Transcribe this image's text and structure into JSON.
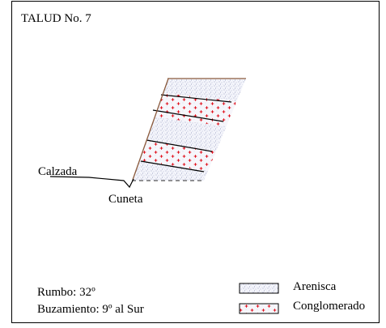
{
  "title": "TALUD No. 7",
  "labels": {
    "calzada": "Calzada",
    "cuneta": "Cuneta"
  },
  "info": {
    "rumbo": "Rumbo: 32º",
    "buzamiento": "Buzamiento: 9º al Sur"
  },
  "legend": {
    "arenisca": "Arenisca",
    "conglomerado": "Conglomerado"
  },
  "colors": {
    "sandstone_dots": "#8a8fb8",
    "conglomerate_cross": "#e0101c",
    "slope_line": "#8b5a3c",
    "line": "#000000"
  }
}
